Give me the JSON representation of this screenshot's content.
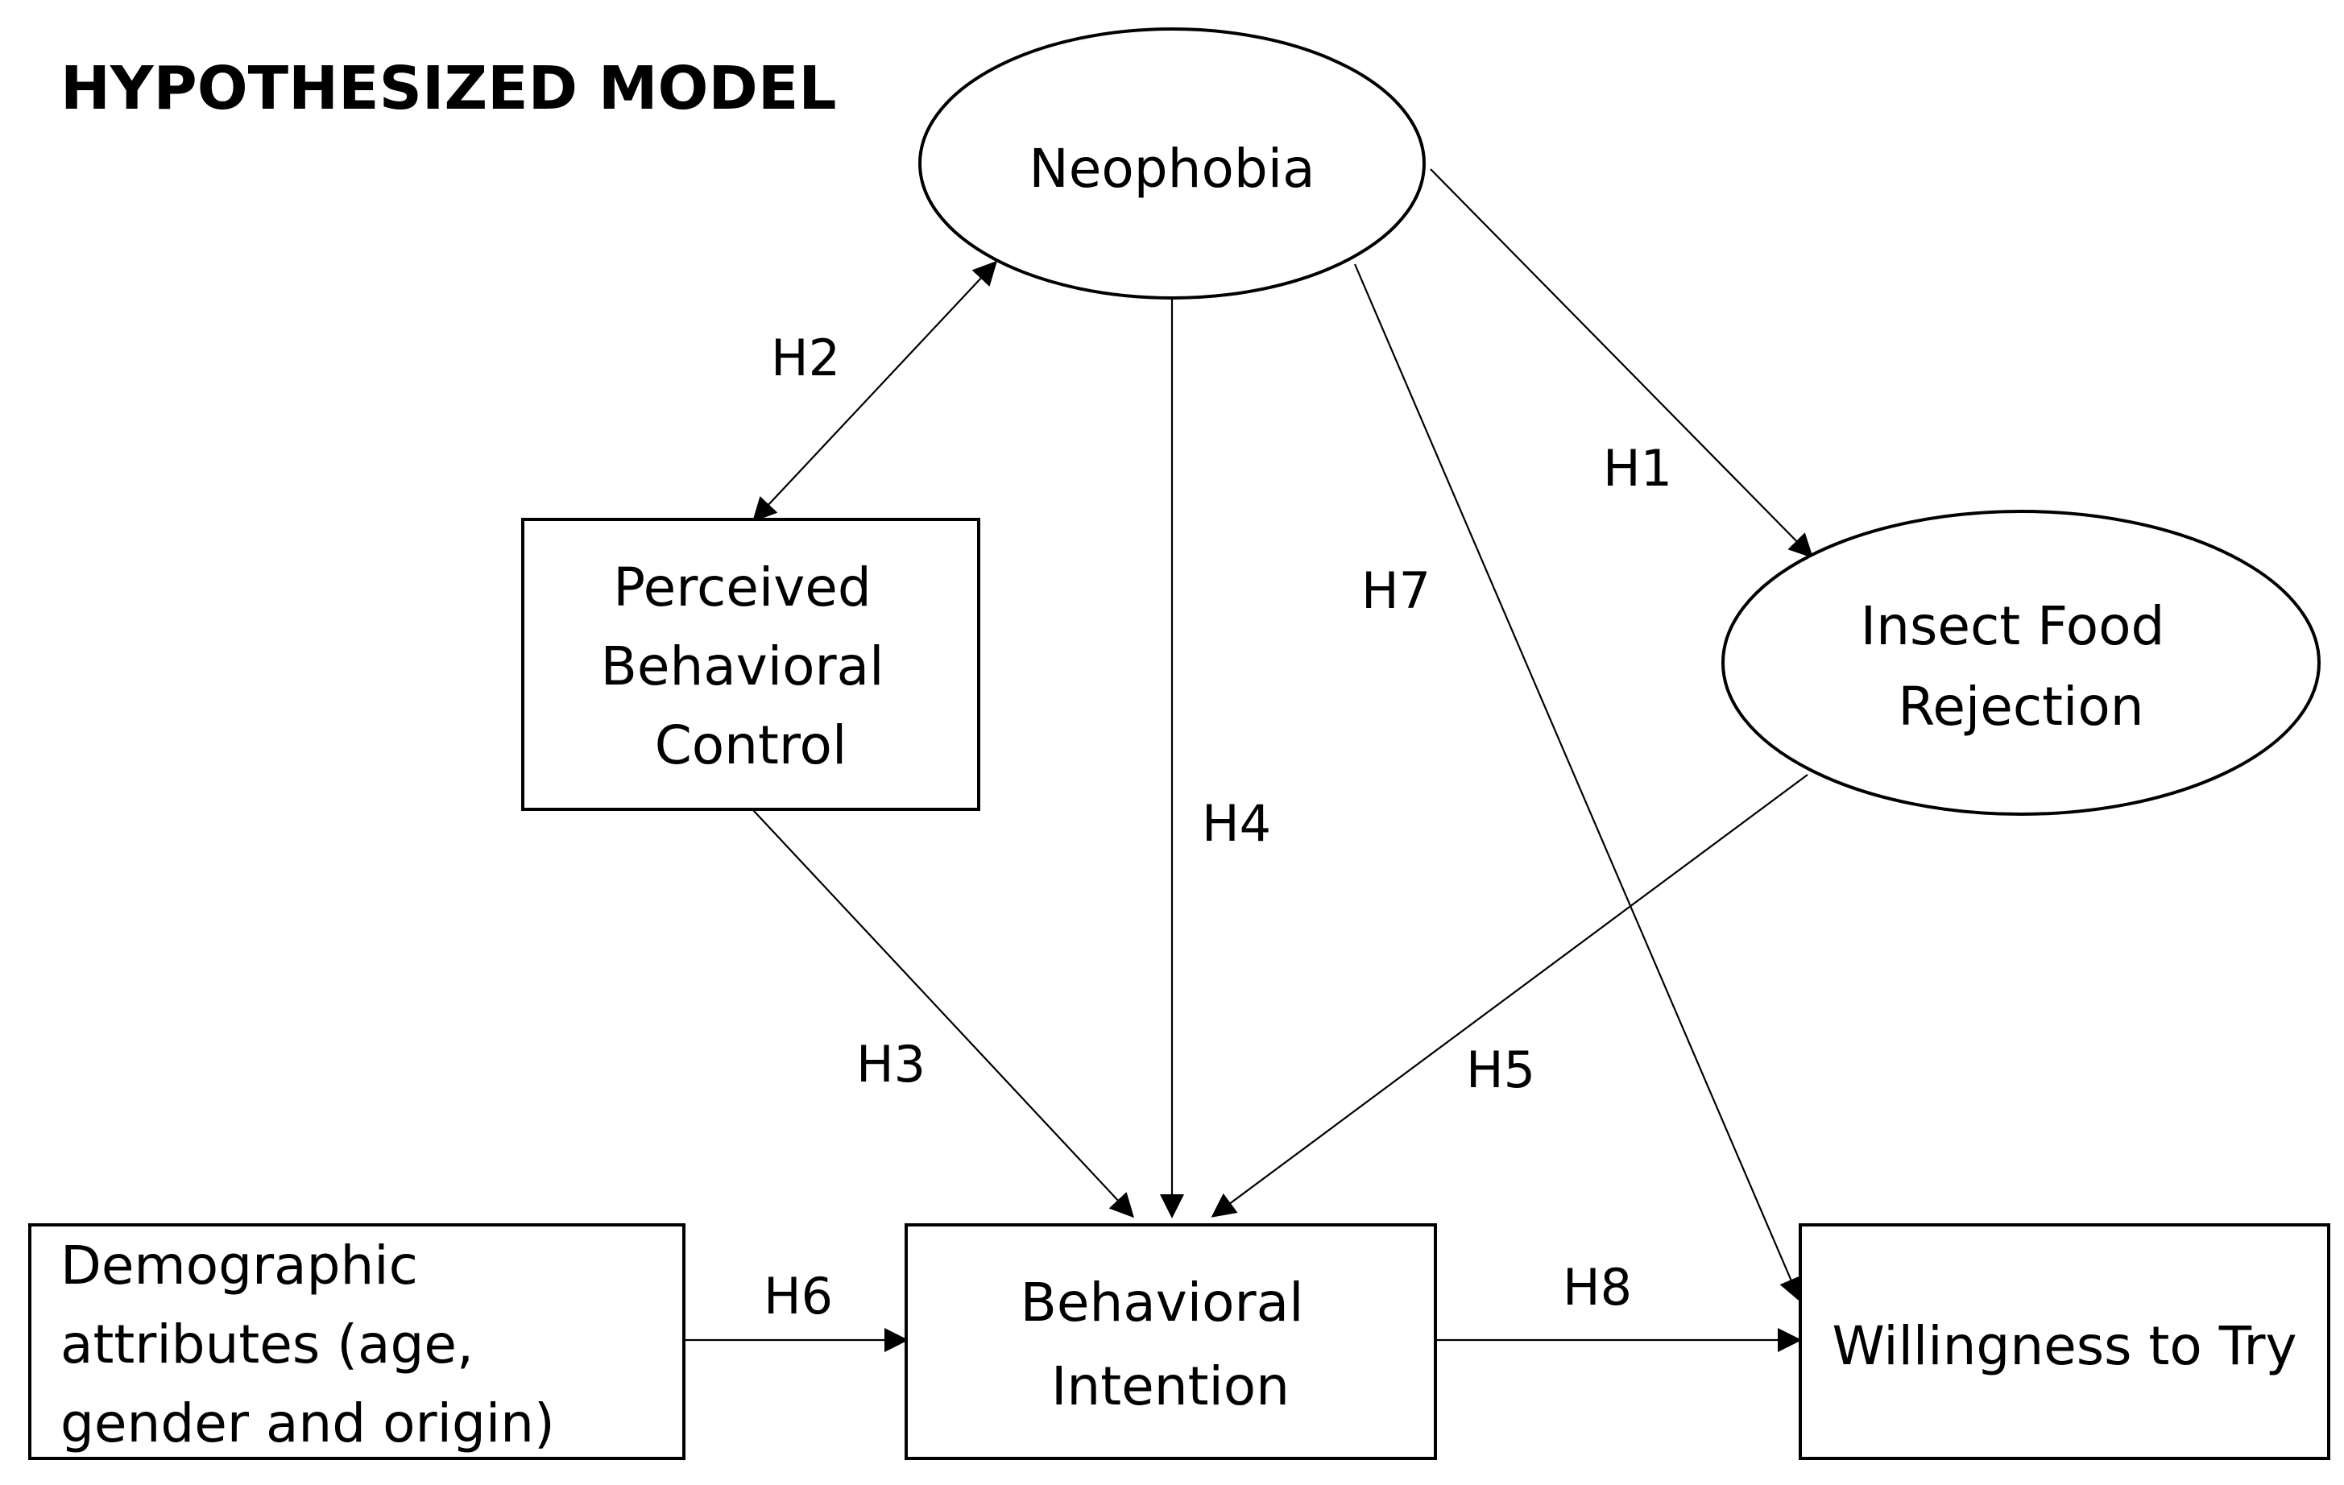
{
  "title": "HYPOTHESIZED MODEL",
  "nodes": {
    "neophobia": {
      "label_lines": [
        "Neophobia"
      ]
    },
    "pbc": {
      "label_lines": [
        "Perceived",
        "Behavioral",
        "Control"
      ]
    },
    "insect_food_rejection": {
      "label_lines": [
        "Insect Food",
        "Rejection"
      ]
    },
    "demographics": {
      "label_lines": [
        "Demographic",
        "attributes (age,",
        "gender and origin)"
      ]
    },
    "behavioral_intention": {
      "label_lines": [
        "Behavioral",
        "Intention"
      ]
    },
    "willingness_to_try": {
      "label_lines": [
        "Willingness to Try"
      ]
    }
  },
  "edges": [
    {
      "id": "H1",
      "label": "H1",
      "from": "Neophobia",
      "to": "Insect Food Rejection",
      "direction": "forward"
    },
    {
      "id": "H2",
      "label": "H2",
      "from": "Neophobia",
      "to": "Perceived Behavioral Control",
      "direction": "both"
    },
    {
      "id": "H3",
      "label": "H3",
      "from": "Perceived Behavioral Control",
      "to": "Behavioral Intention",
      "direction": "forward"
    },
    {
      "id": "H4",
      "label": "H4",
      "from": "Neophobia",
      "to": "Behavioral Intention",
      "direction": "forward"
    },
    {
      "id": "H5",
      "label": "H5",
      "from": "Insect Food Rejection",
      "to": "Behavioral Intention",
      "direction": "forward"
    },
    {
      "id": "H6",
      "label": "H6",
      "from": "Demographic attributes",
      "to": "Behavioral Intention",
      "direction": "forward"
    },
    {
      "id": "H7",
      "label": "H7",
      "from": "Neophobia",
      "to": "Willingness to Try",
      "direction": "forward"
    },
    {
      "id": "H8",
      "label": "H8",
      "from": "Behavioral Intention",
      "to": "Willingness to Try",
      "direction": "forward"
    }
  ],
  "colors": {
    "stroke": "#000000",
    "fill": "#ffffff",
    "text": "#000000"
  }
}
